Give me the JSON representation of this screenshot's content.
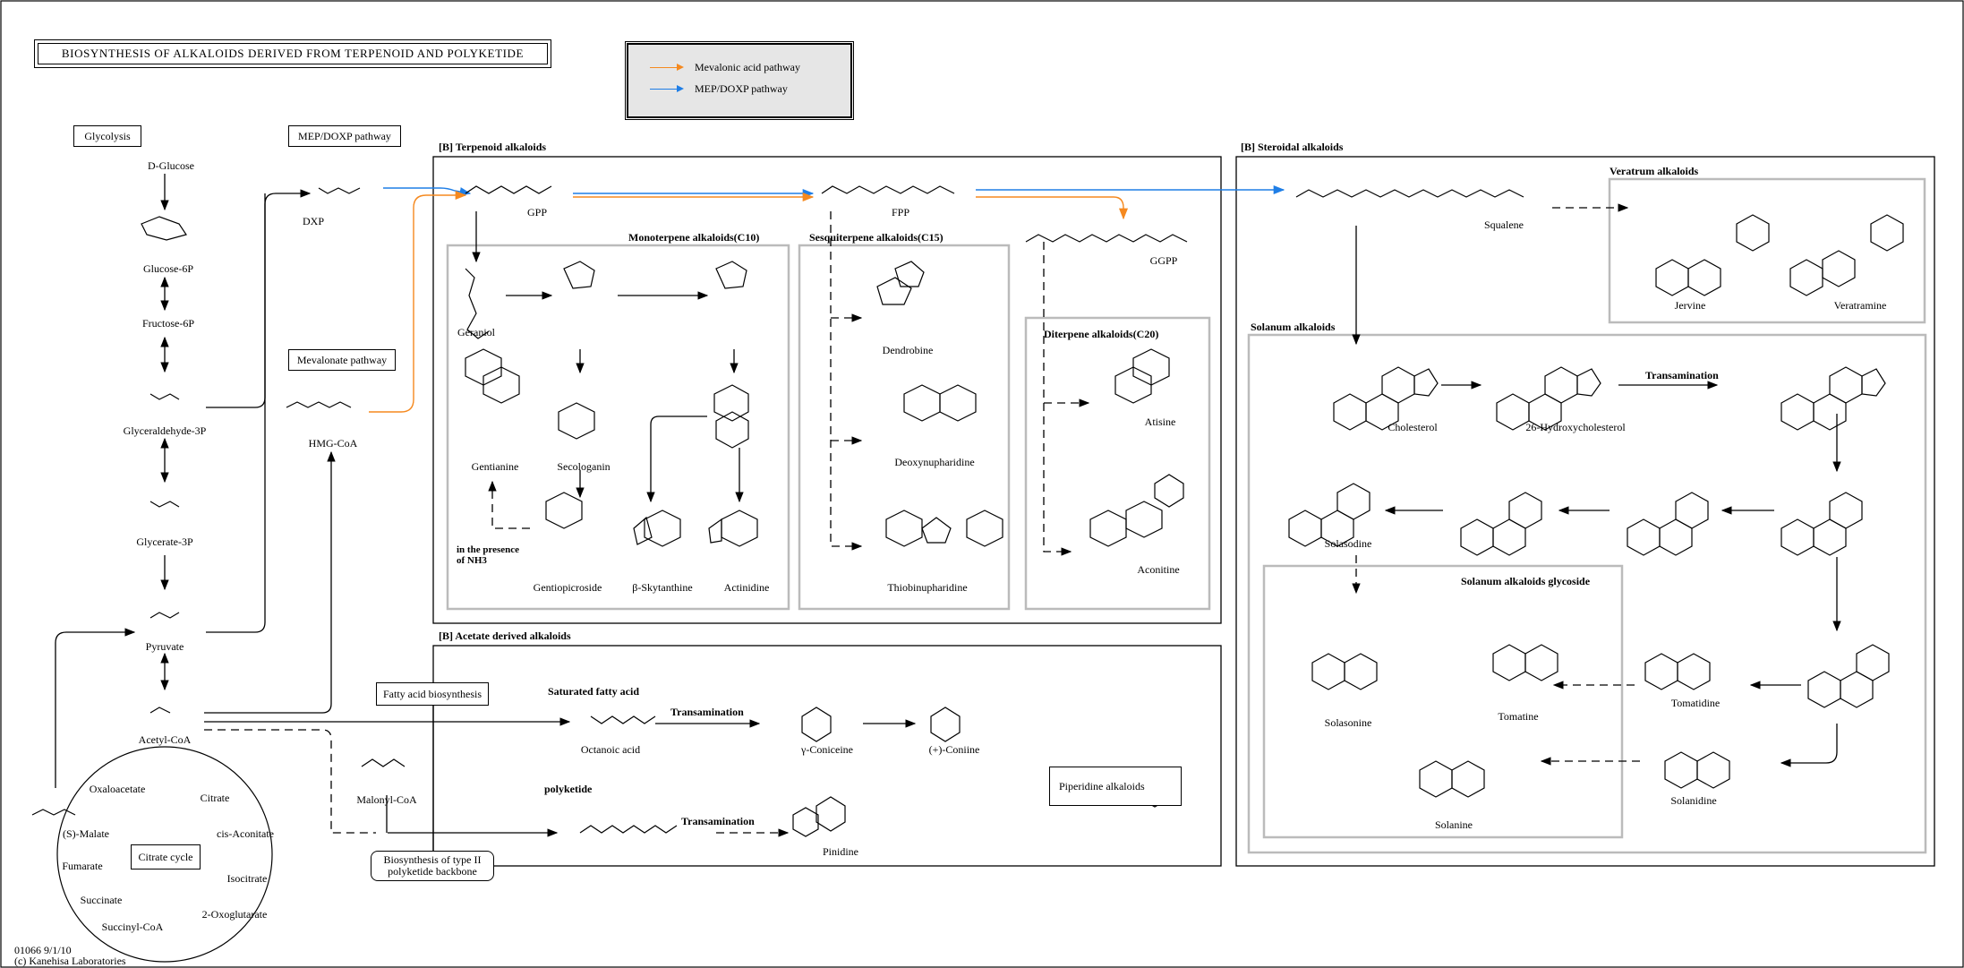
{
  "title": "BIOSYNTHESIS OF ALKALOIDS DERIVED FROM TERPENOID AND POLYKETIDE",
  "legend": {
    "mevalonic": {
      "label": "Mevalonic acid pathway",
      "color": "#f5891f"
    },
    "mep": {
      "label": "MEP/DOXP pathway",
      "color": "#1f7ee6"
    }
  },
  "boxes": {
    "glycolysis": "Glycolysis",
    "mep_doxp": "MEP/DOXP pathway",
    "mevalonate": "Mevalonate pathway",
    "fatty_acid": "Fatty acid biosynthesis",
    "citrate_cycle": "Citrate cycle",
    "type2_line1": "Biosynthesis of type II",
    "type2_line2": "polyketide backbone",
    "piperidine": "Piperidine alkaloids"
  },
  "sections": {
    "terpenoid": "[B] Terpenoid alkaloids",
    "steroidal": "[B] Steroidal alkaloids",
    "acetate": "[B] Acetate derived alkaloids",
    "monoterpene": "Monoterpene alkaloids(C10)",
    "sesquiterpene": "Sesquiterpene alkaloids(C15)",
    "diterpene": "Diterpene alkaloids(C20)",
    "veratrum": "Veratrum alkaloids",
    "solanum": "Solanum alkaloids",
    "solanum_glycoside": "Solanum alkaloids glycoside",
    "saturated_fatty": "Saturated fatty acid",
    "polyketide": "polyketide"
  },
  "compounds": {
    "d_glucose": "D-Glucose",
    "glucose_6p": "Glucose-6P",
    "fructose_6p": "Fructose-6P",
    "glyceraldehyde_3p": "Glyceraldehyde-3P",
    "glycerate_3p": "Glycerate-3P",
    "pyruvate": "Pyruvate",
    "acetyl_coa": "Acetyl-CoA",
    "oxaloacetate": "Oxaloacetate",
    "citrate": "Citrate",
    "cis_aconitate": "cis-Aconitate",
    "isocitrate": "Isocitrate",
    "oxoglutarate": "2-Oxoglutarate",
    "succinyl_coa": "Succinyl-CoA",
    "succinate": "Succinate",
    "fumarate": "Fumarate",
    "malate": "(S)-Malate",
    "dxp": "DXP",
    "hmg_coa": "HMG-CoA",
    "gpp": "GPP",
    "fpp": "FPP",
    "ggpp": "GGPP",
    "geraniol": "Geraniol",
    "gentianine": "Gentianine",
    "secologanin": "Secologanin",
    "gentiopicroside": "Gentiopicroside",
    "skytanthine": "β-Skytanthine",
    "actinidine": "Actinidine",
    "nh3_line1": "in the presence",
    "nh3_line2": "of NH3",
    "dendrobine": "Dendrobine",
    "deoxynupharidine": "Deoxynupharidine",
    "thiobinupharidine": "Thiobinupharidine",
    "atisine": "Atisine",
    "aconitine": "Aconitine",
    "squalene": "Squalene",
    "jervine": "Jervine",
    "veratramine": "Veratramine",
    "cholesterol": "Cholesterol",
    "hydroxycholesterol": "26-Hydroxycholesterol",
    "solasodine": "Solasodine",
    "tomatidine": "Tomatidine",
    "solanidine": "Solanidine",
    "solasonine": "Solasonine",
    "tomatine": "Tomatine",
    "solanine": "Solanine",
    "malonyl_coa": "Malonyl-CoA",
    "octanoic_acid": "Octanoic acid",
    "coniceine": "γ-Coniceine",
    "coniine": "(+)-Coniine",
    "pinidine": "Pinidine"
  },
  "transamination": "Transamination",
  "footer": {
    "code": "01066 9/1/10",
    "copyright": "(c) Kanehisa Laboratories"
  }
}
